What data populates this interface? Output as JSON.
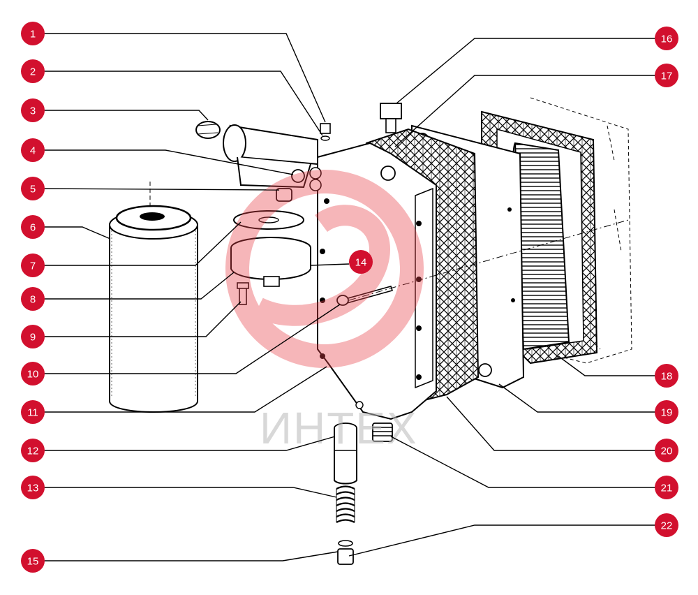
{
  "diagram": {
    "badge_color": "#d2102e",
    "line_color": "#000000",
    "watermark_color": "#e8424a",
    "watermark_text": "ИНТЕХ",
    "callouts": [
      {
        "id": "1",
        "label": "1"
      },
      {
        "id": "2",
        "label": "2"
      },
      {
        "id": "3",
        "label": "3"
      },
      {
        "id": "4",
        "label": "4"
      },
      {
        "id": "5",
        "label": "5"
      },
      {
        "id": "6",
        "label": "6"
      },
      {
        "id": "7",
        "label": "7"
      },
      {
        "id": "8",
        "label": "8"
      },
      {
        "id": "9",
        "label": "9"
      },
      {
        "id": "10",
        "label": "10"
      },
      {
        "id": "11",
        "label": "11"
      },
      {
        "id": "12",
        "label": "12"
      },
      {
        "id": "13",
        "label": "13"
      },
      {
        "id": "14",
        "label": "14"
      },
      {
        "id": "15",
        "label": "15"
      },
      {
        "id": "16",
        "label": "16"
      },
      {
        "id": "17",
        "label": "17"
      },
      {
        "id": "18",
        "label": "18"
      },
      {
        "id": "19",
        "label": "19"
      },
      {
        "id": "20",
        "label": "20"
      },
      {
        "id": "21",
        "label": "21"
      },
      {
        "id": "22",
        "label": "22"
      }
    ]
  }
}
